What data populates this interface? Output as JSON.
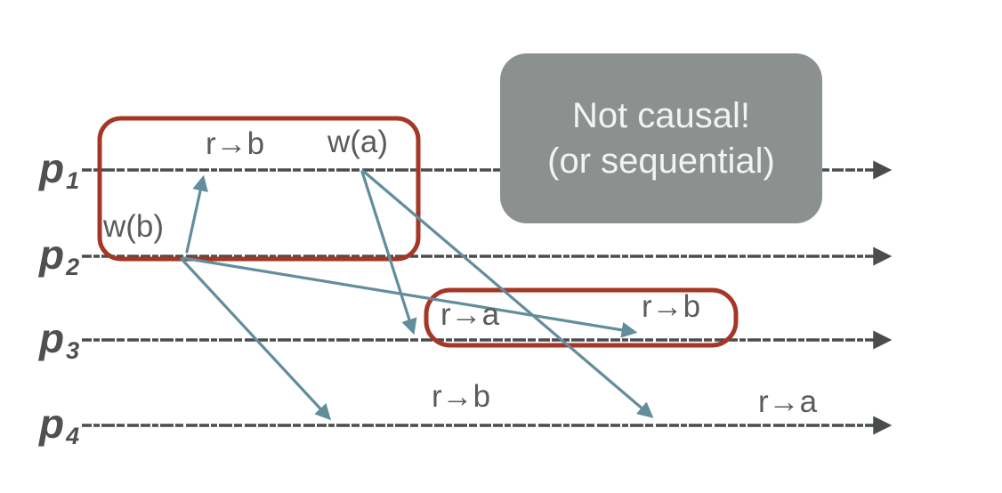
{
  "diagram": {
    "kind": "process-timeline causality diagram",
    "callout": {
      "line1": "Not causal!",
      "line2": "(or sequential)"
    },
    "processes": [
      {
        "name": "p",
        "subscript": "1"
      },
      {
        "name": "p",
        "subscript": "2"
      },
      {
        "name": "p",
        "subscript": "3"
      },
      {
        "name": "p",
        "subscript": "4"
      }
    ],
    "events": [
      {
        "process": "p1",
        "label": "r→b"
      },
      {
        "process": "p1",
        "label": "w(a)"
      },
      {
        "process": "p2",
        "label": "w(b)"
      },
      {
        "process": "p3",
        "label": "r→a"
      },
      {
        "process": "p3",
        "label": "r→b"
      },
      {
        "process": "p4",
        "label": "r→b"
      },
      {
        "process": "p4",
        "label": "r→a"
      }
    ],
    "message_arrows": [
      {
        "from": "w(b) on p2",
        "to": "r→b on p1"
      },
      {
        "from": "w(b) on p2",
        "to": "p4 delivery before r→b"
      },
      {
        "from": "w(b) on p2",
        "to": "p3 delivery before r→b (late)"
      },
      {
        "from": "w(a) on p1",
        "to": "p3 delivery before r→a"
      },
      {
        "from": "w(a) on p1",
        "to": "p4 delivery before r→a"
      }
    ],
    "highlight_boxes": [
      {
        "contains": "r→b, w(a) on p1 and w(b) on p2"
      },
      {
        "contains": "r→a and r→b on p3"
      }
    ],
    "colors": {
      "background": "#ffffff",
      "timeline": "#4a4d4d",
      "message_arrow": "#628d9c",
      "highlight_box": "#a43726",
      "callout_bg": "#8c9190",
      "callout_text": "#f3f3f1",
      "event_text": "#5a5b5d",
      "process_label": "#4f5052"
    }
  }
}
